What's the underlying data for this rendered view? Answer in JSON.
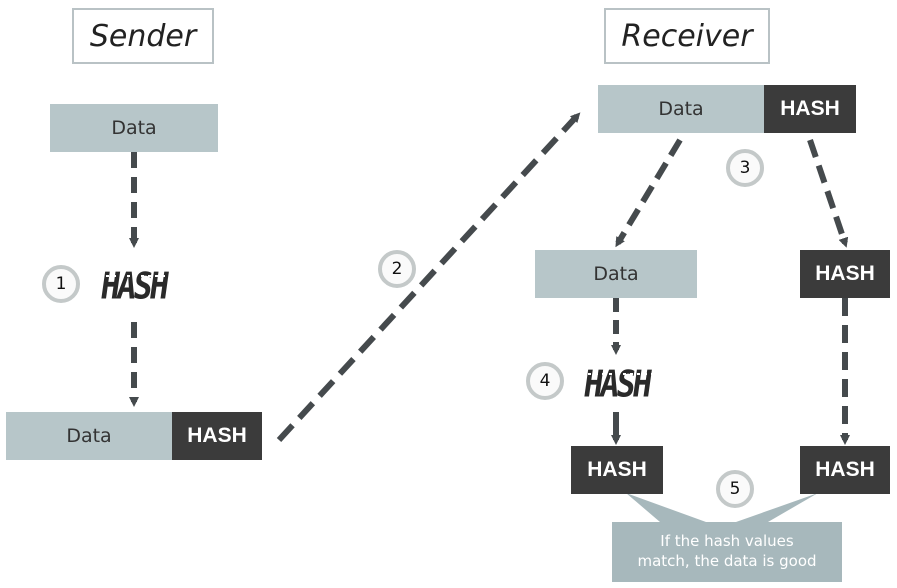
{
  "sender": {
    "title": "Sender",
    "data_label": "Data",
    "hash_glyph": "HASH",
    "packet_data_label": "Data",
    "packet_hash_label": "HASH"
  },
  "receiver": {
    "title": "Receiver",
    "packet_data_label": "Data",
    "packet_hash_label": "HASH",
    "split_data_label": "Data",
    "split_hash_label": "HASH",
    "hash_glyph": "HASH",
    "computed_hash_label": "HASH",
    "received_hash_label": "HASH",
    "result_text_line1": "If the hash values",
    "result_text_line2": "match, the data is good"
  },
  "steps": [
    "1",
    "2",
    "3",
    "4",
    "5"
  ],
  "colors": {
    "data_fill": "#b7c6c9",
    "hash_fill": "#3b3b3b",
    "arrow": "#454a4d",
    "bubble": "#a7b8bc"
  }
}
